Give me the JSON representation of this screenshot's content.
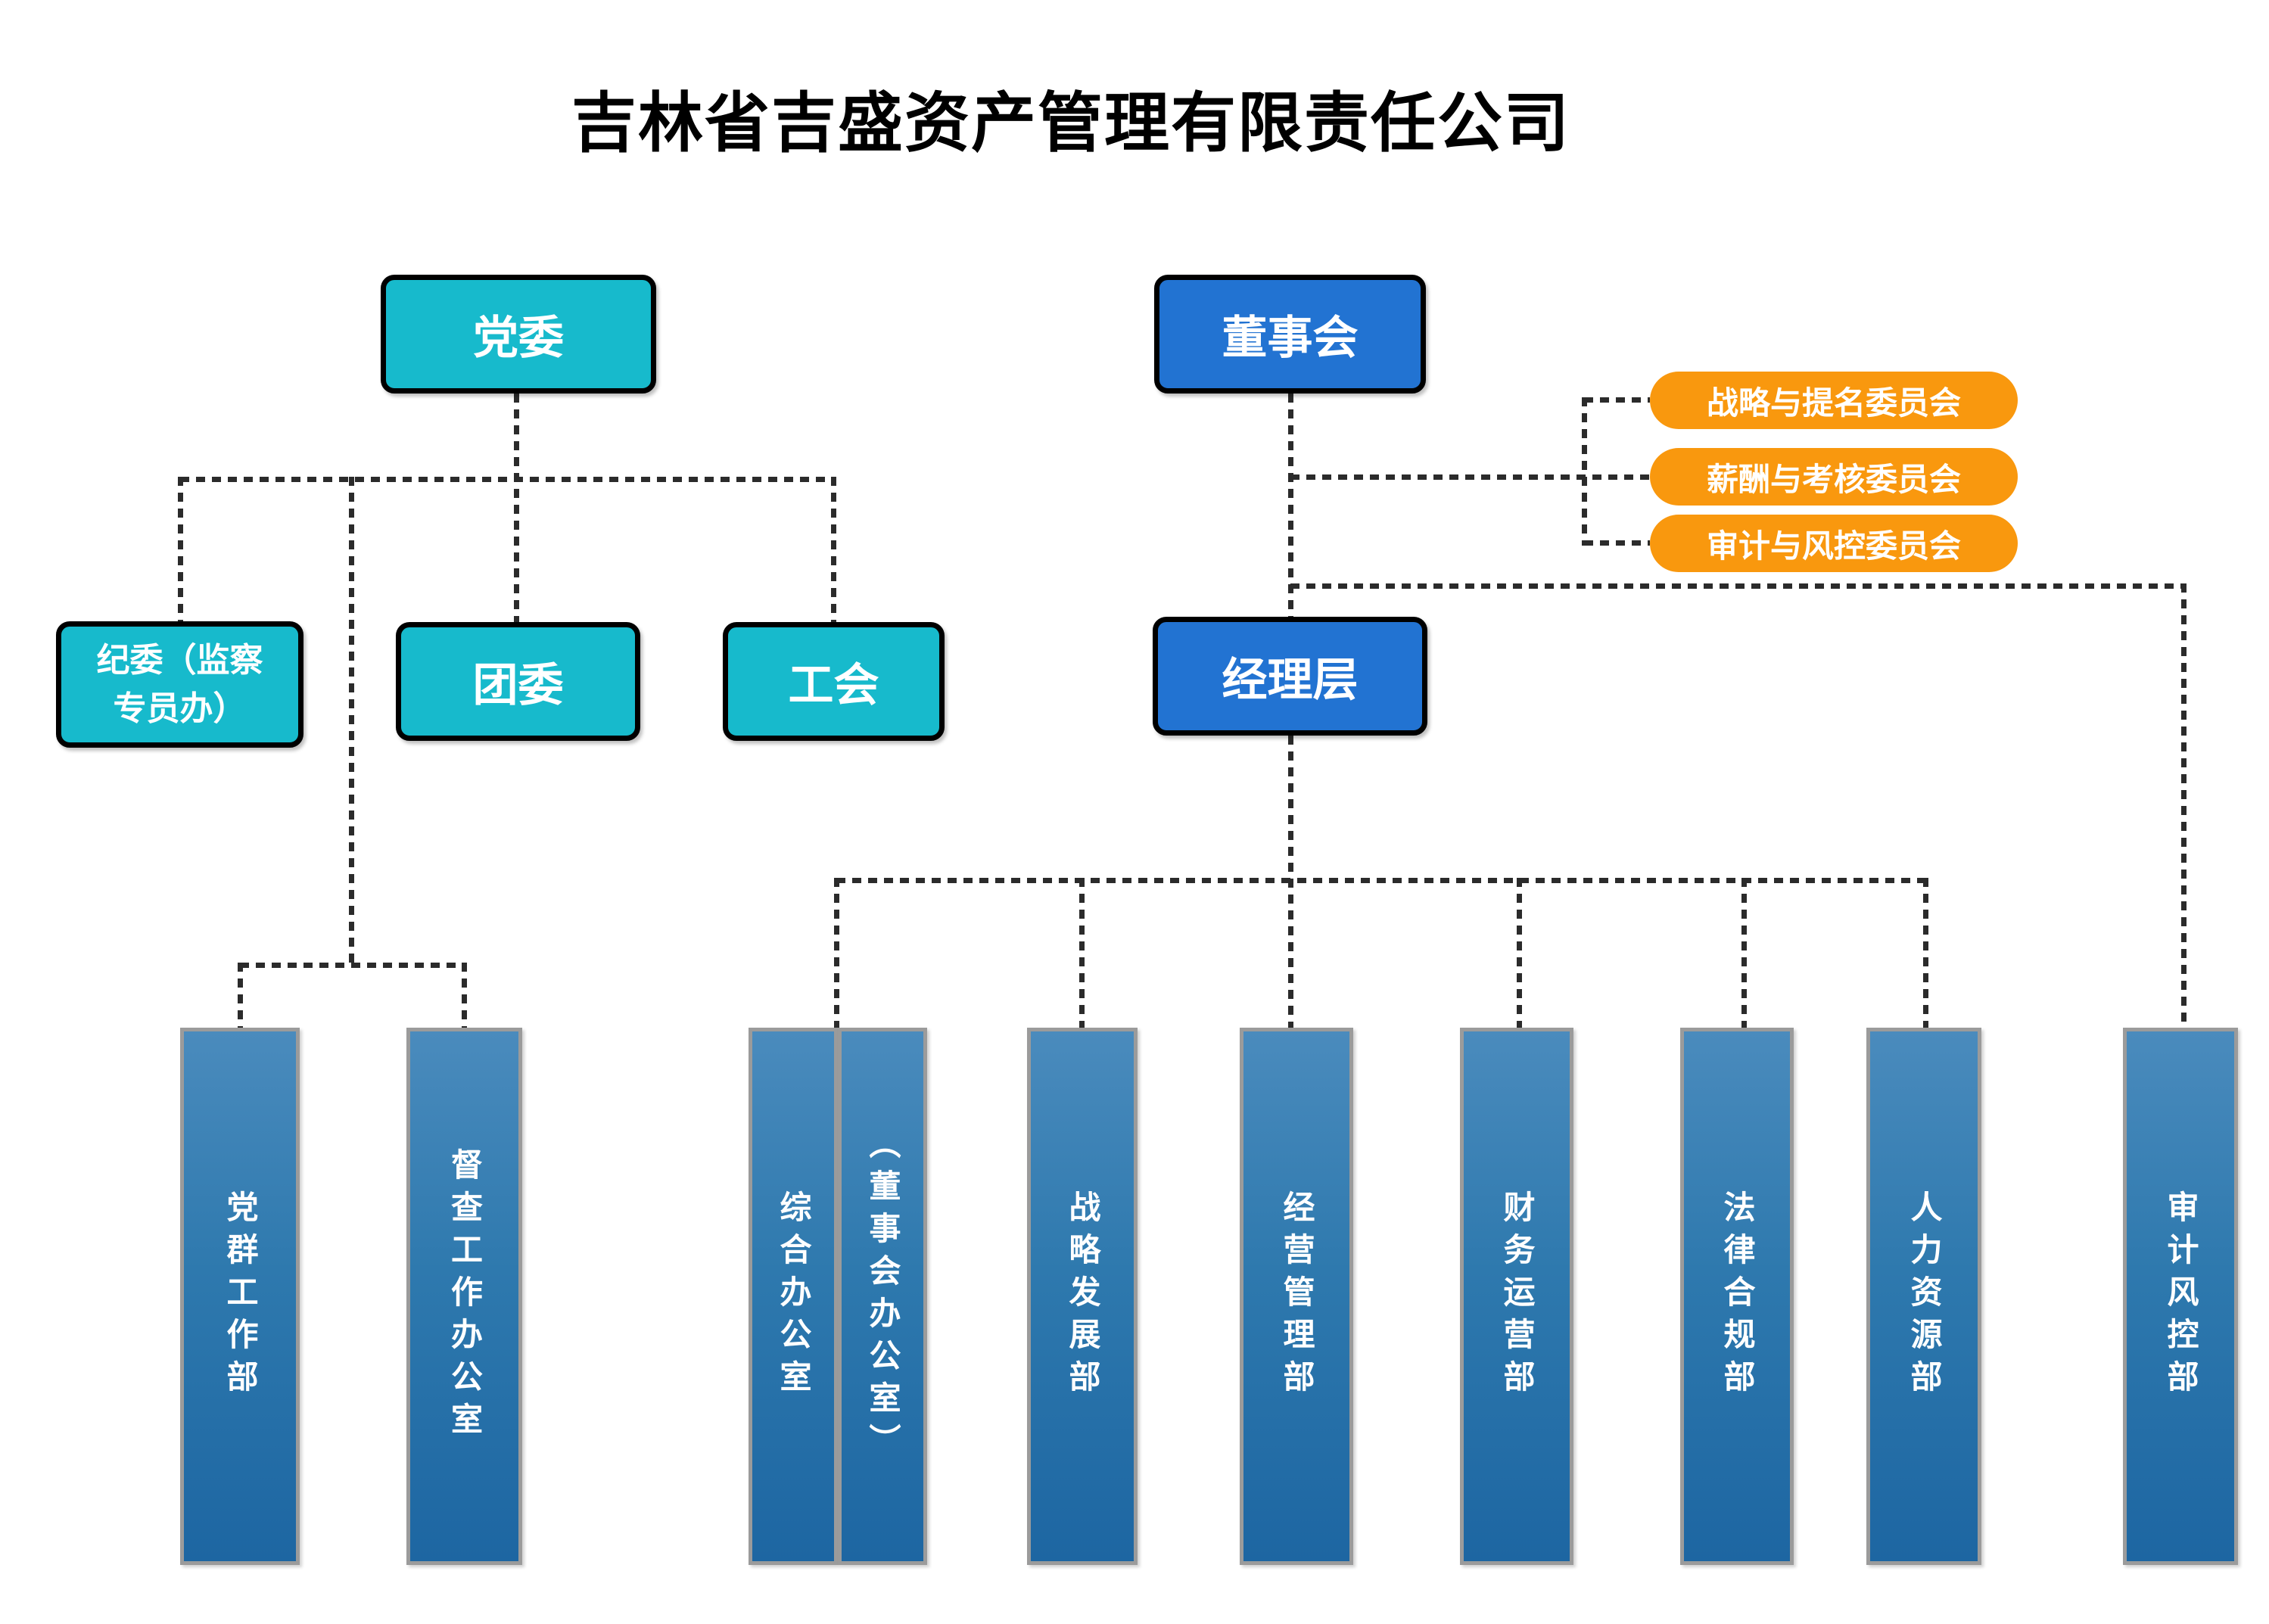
{
  "title": "吉林省吉盛资产管理有限责任公司",
  "colors": {
    "cyan": "#17BACC",
    "blue": "#2273D2",
    "orange": "#F9980E",
    "dept_gradient_top": "#4A8BBD",
    "dept_gradient_bottom": "#1D66A2",
    "line": "#2B2B2B"
  },
  "nodes": {
    "party_committee": "党委",
    "board": "董事会",
    "discipline_committee": "纪委（监察\n专员办）",
    "youth_league": "团委",
    "labor_union": "工会",
    "management": "经理层"
  },
  "board_committees": [
    "战略与提名委员会",
    "薪酬与考核委员会",
    "审计与风控委员会"
  ],
  "departments": [
    "党群工作部",
    "督查工作办公室",
    "综合办公室",
    "（董事会办公室）",
    "战略发展部",
    "经营管理部",
    "财务运营部",
    "法律合规部",
    "人力资源部",
    "审计风控部"
  ]
}
